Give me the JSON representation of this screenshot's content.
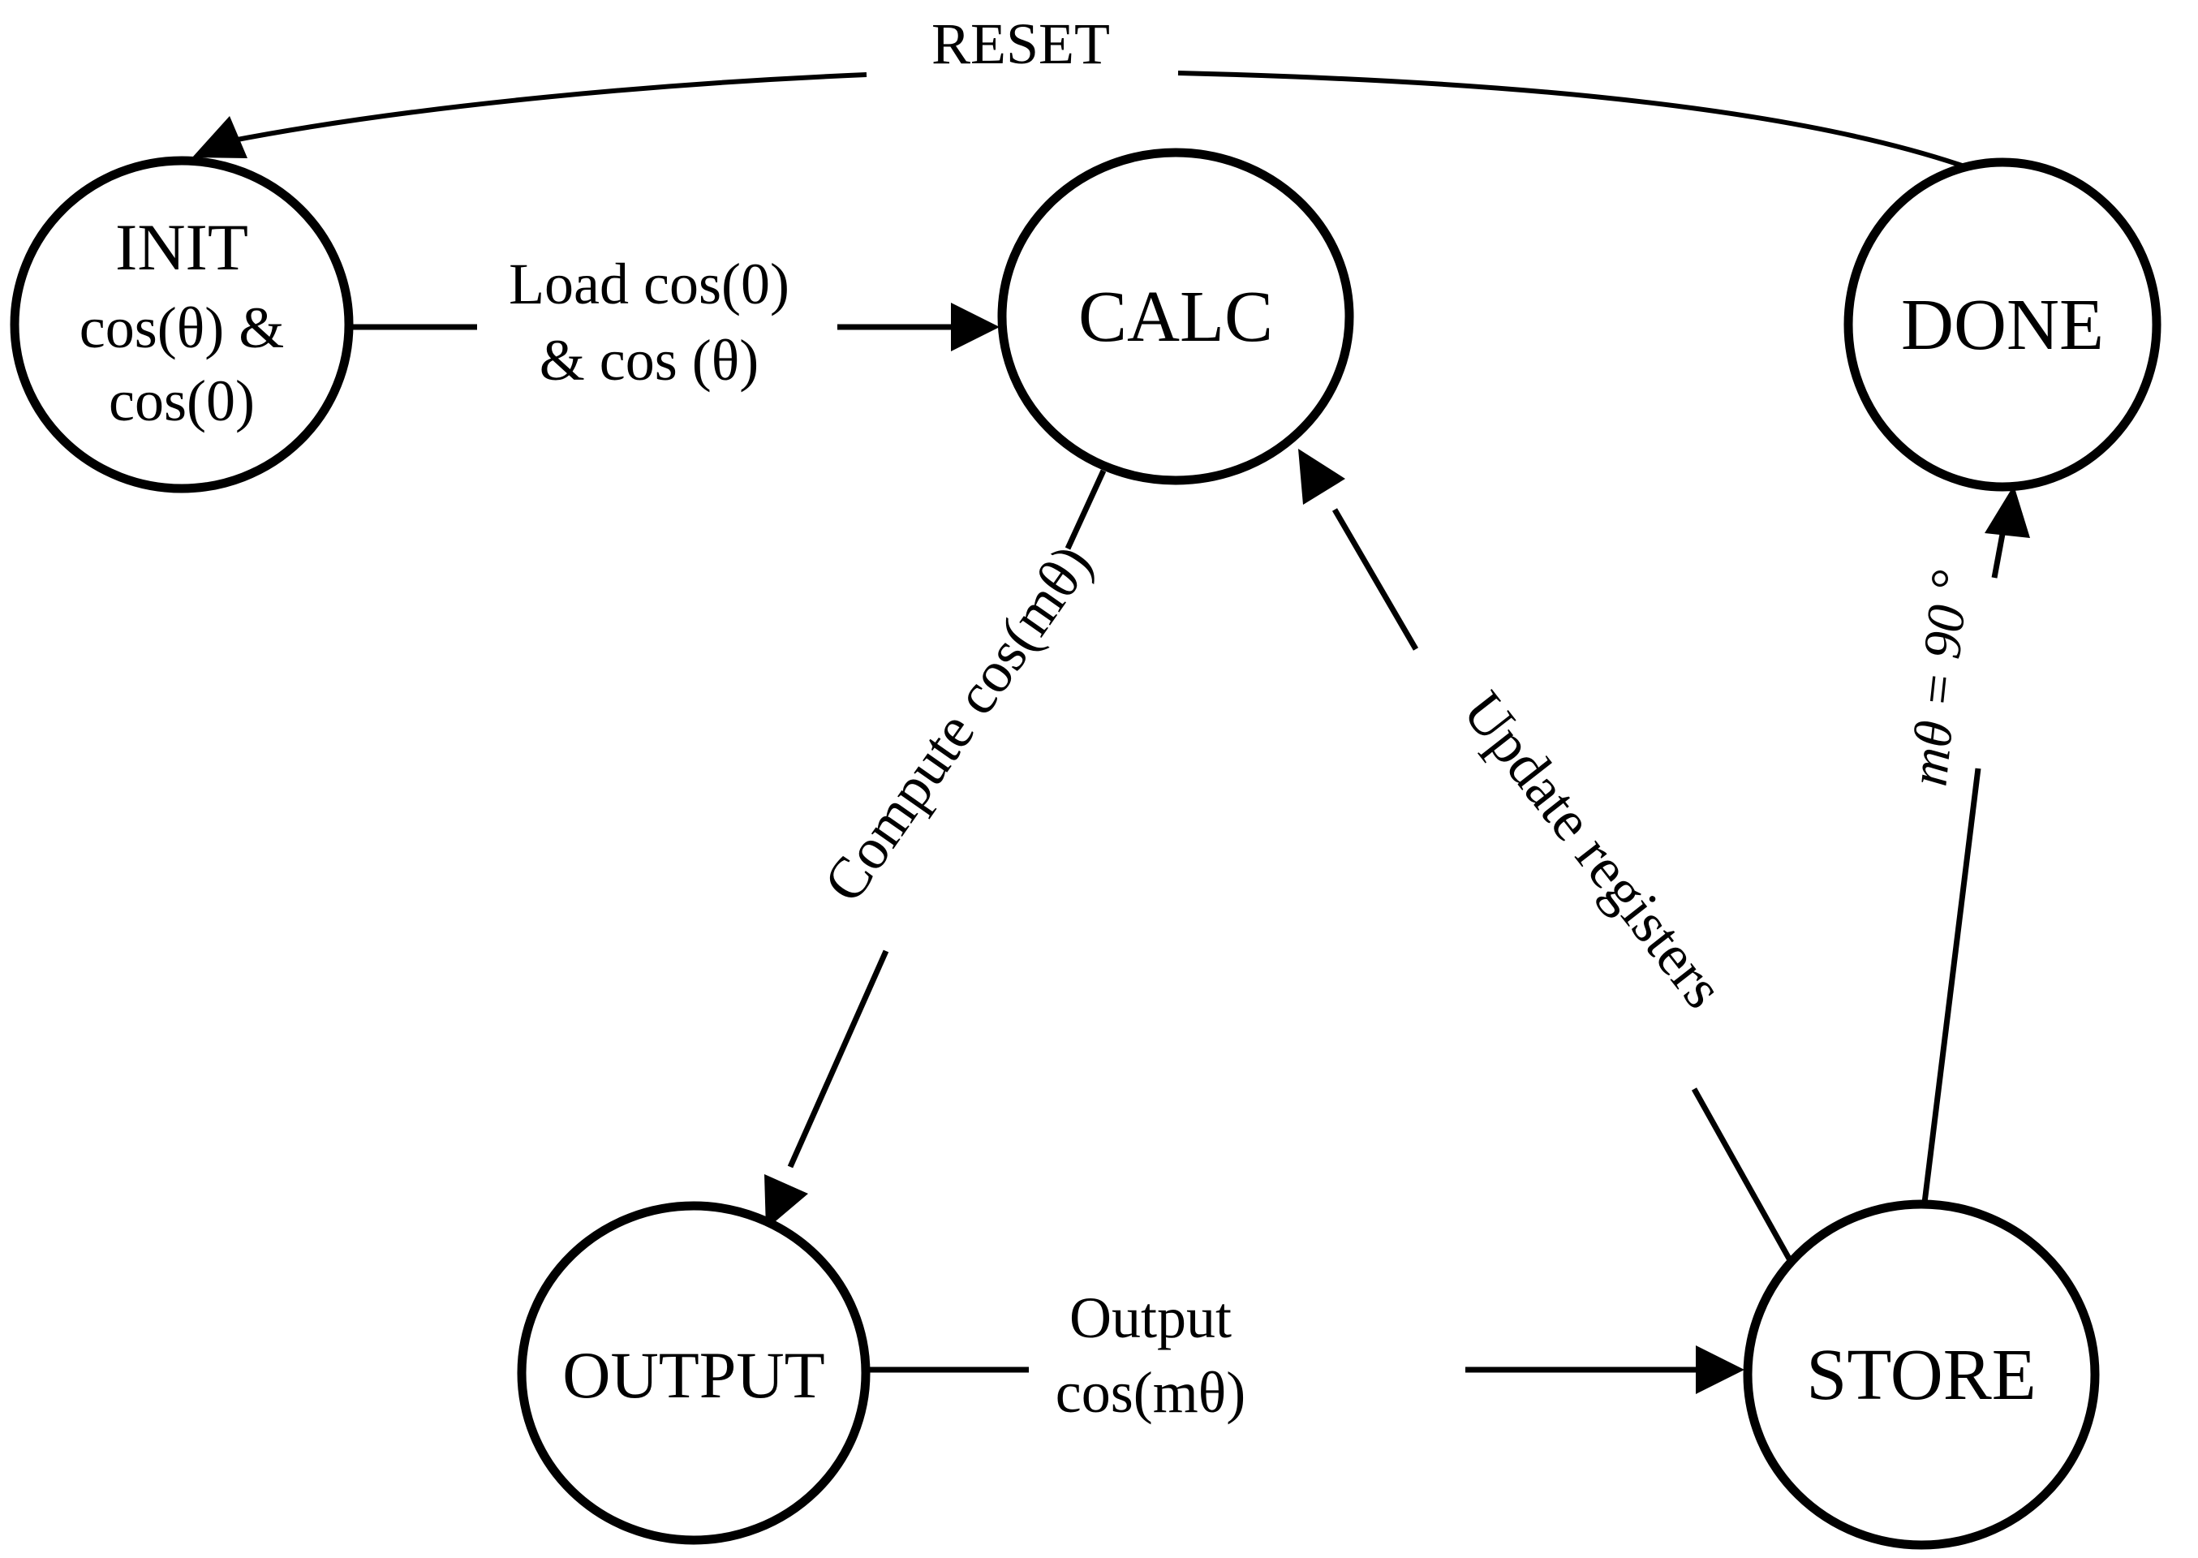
{
  "diagram": {
    "type": "state-machine",
    "background": "#ffffff",
    "line_color": "#000000",
    "states": {
      "init": {
        "name": "INIT",
        "line2": "cos(θ) &",
        "line3": "cos(0)"
      },
      "calc": {
        "name": "CALC"
      },
      "done": {
        "name": "DONE"
      },
      "output": {
        "name": "OUTPUT"
      },
      "store": {
        "name": "STORE"
      }
    },
    "transitions": {
      "reset": {
        "from": "DONE",
        "to": "INIT",
        "label": "RESET"
      },
      "load": {
        "from": "INIT",
        "to": "CALC",
        "label_line1": "Load cos(0)",
        "label_line2": "& cos (θ)"
      },
      "compute": {
        "from": "CALC",
        "to": "OUTPUT",
        "label": "Compute cos(mθ)"
      },
      "output_store": {
        "from": "OUTPUT",
        "to": "STORE",
        "label_line1": "Output",
        "label_line2": "cos(mθ)"
      },
      "update": {
        "from": "STORE",
        "to": "CALC",
        "label": "Update registers"
      },
      "done_cond": {
        "from": "STORE",
        "to": "DONE",
        "label": "mθ = 90 °"
      }
    }
  }
}
